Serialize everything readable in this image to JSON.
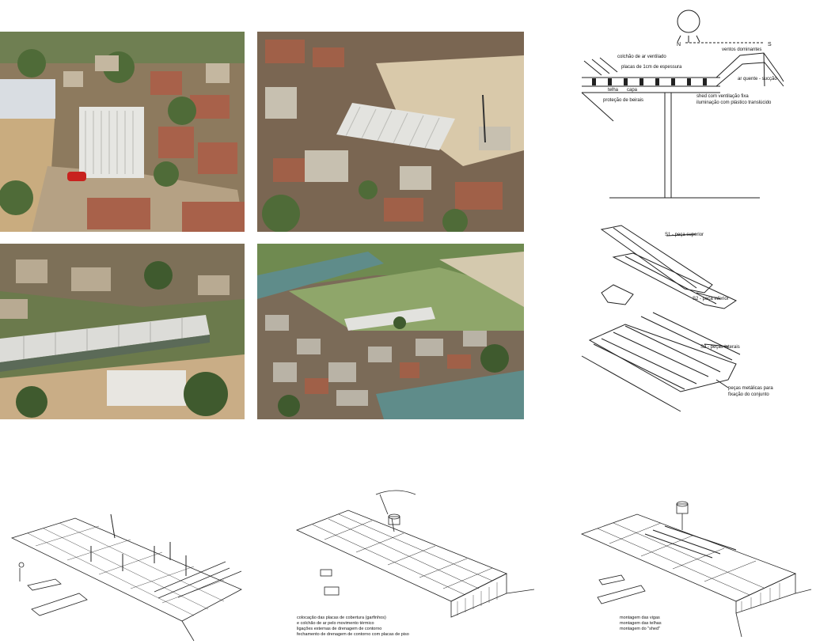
{
  "section_diagram": {
    "orientation_n": "N",
    "orientation_s": "S",
    "labels": {
      "prevailing_winds": "ventos dominantes",
      "ventilated_mattress": "colchão de ar ventilado",
      "boards": "placas de 1cm de espessura",
      "hot_air_exit": "ar quente - sucção",
      "tile": "telha",
      "cap": "capa",
      "eave_protection": "proteção de beirais",
      "shed": "shed com ventilação fixa",
      "lighting": "iluminação com plástico translúcido"
    }
  },
  "exploded_diagram": {
    "labels": {
      "s1": "S1 - peça superior",
      "s2": "S2 - peça inferior",
      "s3": "S3 - peças laterais",
      "metal_parts_1": "peças metálicas para",
      "metal_parts_2": "fixação do conjunto"
    }
  },
  "assembly_captions": {
    "middle": [
      "colocação das placas de cobertura (garfinhos)",
      "e colchão de ar pelo movimento térmico",
      "ligações externas de drenagem de contorno",
      "fechamento de drenagem de contorno com placas de piso"
    ],
    "right": [
      "montagem das vigas",
      "montagem das telhas",
      "montagem do \"shed\""
    ]
  },
  "colors": {
    "sky_haze": "#c9c3a8",
    "roof_metal": "#dcdcd8",
    "brick": "#a8614a",
    "vegetation": "#4f6b38",
    "soil": "#c7ab83",
    "river": "#5f8c8a",
    "ink": "#222222"
  }
}
